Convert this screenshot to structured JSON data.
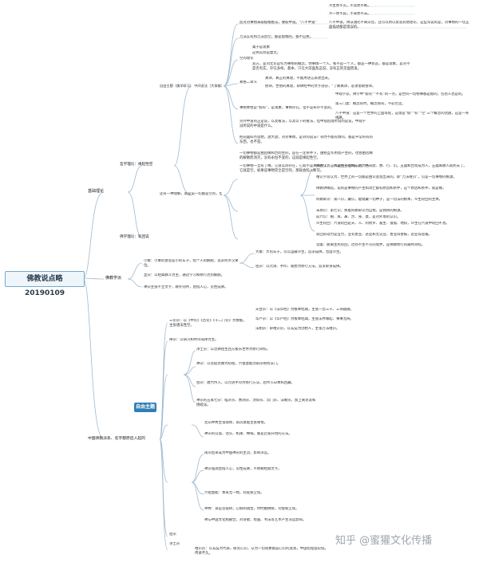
{
  "root": "佛教说点略 20190109",
  "branches": {
    "basic_theory": "基础理论",
    "buddhism_school": "佛教学派",
    "chinese_buddhism": "中国佛教派系、名字都原后人起的"
  },
  "sub_branches": {
    "philosophy": "哲学理论：缘起性空",
    "nature_theory": "佛学理论：轮回说",
    "free_theme": "自由主题"
  },
  "top_nodes": [
    "不生亦不灭，不常亦不断。",
    "不一亦不异，不来亦不去。",
    "八不中道，佛法涵比不离宗旨，还可以用以反驳其他理论，这些常说的是，对事物的一切正面描述都是错误的。",
    "反对对事物采取极端看法，要取中道。“八不中道”",
    "万法实有和万法皆空，都是极端的，都不应执。",
    "桌子是现象",
    "这例实际是虚无。",
    "空的理论",
    "双方，是问无论是作为事物的概念，你事情一个人，和不是一个人，都是一种状态，都是现象，是对不是否有实，存在多样，基本，只在大前面及这说，没有正的见面而发。",
    "真俗二谛义",
    "真谛，真正的真理，不能用语言表述出来。",
    "俗谛，世俗的真理，即佛经中的文字部分，“了解真谛，必须借助俗谛。",
    "中观学派，佛学中“假有”“不有”的一点，是世间一切物事都是假的，包括人也是的。",
    "第三门类：概念的时，概念如有，不必否定。",
    "事物本性是“假有”，是现象，事物存在，但不是永存不变的。",
    "八不中道：这是一个世界的上面等处，这理是“假”“有”“空”三个概念的话题，这是一条线路。",
    "另外中道的正是说，以及看法，以及以下的看法，但中观因理所说的是说，中观学派所说的中道是什么。",
    "把前面四点思想，放大放，对对事情，是对的说法？有时不能有情的，都是平常的有的东西，也不是。"
  ],
  "mid_nodes": [
    "自由主题（佛学研习） 中间说法（大乘佛法）",
    "一切事物都是由因缘和合而生的，是在一定条件下，由相互作用而产生的，也会由因缘的解散而消灭，没有永恒不变的，这就是缘起性空。",
    "一切事物一旦有了缘，它就实际存在，它就不是真的空了，这样是空不空的，因为不有它就是空，如果说事物完全是空的，那就会陷入断见。",
    "还有一种理解，就是说一切都是空的，但是人们看到的现象又是实有的，这就是佛教说的空有不二。",
    "佛教认为，人是由五蕴构成的：色、受、想、行、识。五蕴和合而成为人，五蕴离散人就死去了。",
    "唯识学派认为，世界上的一切都是由识变现出来的，即“万法唯识”，识是一切事物的根源。",
    "佛教讲缘起，说的是事物的产生和消亡都有原因和条件，这个原因和条件，就是缘。",
    "阿赖耶识：第八识，藏识，能储藏一切种子，是一切法的根本，众生轮回的主体。",
    "末那识：第七识，执着阿赖耶识为自我，是我执的根源。",
    "前六识：眼、耳、鼻、舌、身、意，是对外境的认识。",
    "众生轮回：六道轮回是天、人、阿修罗、畜生、饿鬼、地狱，众生在六道中轮回不息。",
    "轮回的动力是业力，业有善业、恶业和无记业，善业得善报，恶业得恶报。",
    "涅槃：脱离生死轮回，达到不生不灭的境界，是佛教修行的最终目标。"
  ],
  "school_nodes": [
    "小乘：小乘的意思是小的车子，指个人的解脱，追求阿罗汉果位。",
    "大乘：大的车子，可以运载众生，追求成佛，普度众生。",
    "密宗：以咒语、手印、观想为修行方法，追求即身成佛。",
    "显宗：以经典教义为主，通过学习和修行达到解脱。",
    "禅宗主张不立文字，教外别传，直指人心，见性成佛。"
  ],
  "china_nodes": [
    "三论宗：以《中论》《百论》《十二门论》为依据，主张诸法性空。",
    "天台宗：以《法华经》为根本经典，主张一念三千、三谛圆融。",
    "华严宗：以《华严经》为根本经典，主张法界缘起、事事无碍。",
    "法相宗：即唯识宗，以玄奘为创始人，主张万法唯识。",
    "律宗：以研习和传持戒律为主。",
    "净土宗：以念佛往生西方极乐世界为修行目标。",
    "禅宗：以菩提达摩为初祖，六祖慧能创南宗顿悟法门。",
    "密宗：唐代传入，以咒语手印为修行方法，后传入日本和西藏。",
    "禅宗的五家七宗：临济宗、曹洞宗、沩仰宗、云门宗、法眼宗，加上黄龙派和杨岐派。",
    "北宗神秀主张渐修，南宗慧能主张顿悟。",
    "禅宗的公案、话头、机锋、棒喝，都是启发开悟的方法。",
    "南宗后来成为中国禅宗的主流，影响深远。",
    "禅宗强调直指人心，见性成佛，不依赖经典文字。",
    "六祖慧能：本来无一物，何处惹尘埃。",
    "神秀：身是菩提树，心如明镜台，时时勤拂拭，勿使惹尘埃。",
    "禅与中国文化相融合，对诗歌、绘画、书法等艺术产生深远影响。"
  ],
  "bottom_nodes": [
    "密宗",
    "净土宗",
    "唯识宗：以玄奘为代表，研究心识，认为一切现象都是心识的变现，中国化程度较低，传承不久。"
  ],
  "watermark": "知乎 @蜜獾文化传播"
}
